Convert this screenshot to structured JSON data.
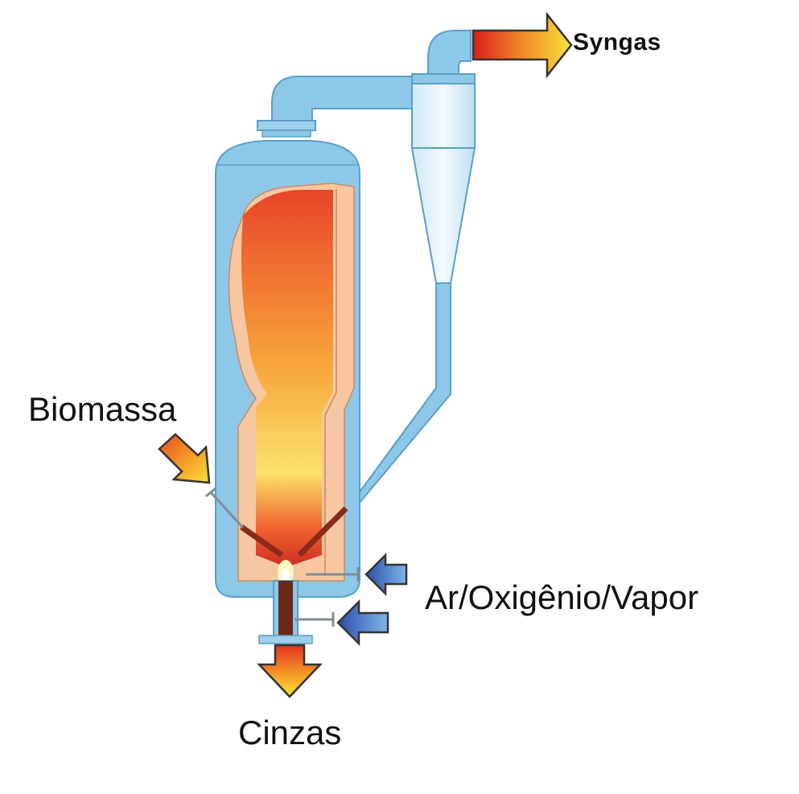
{
  "labels": {
    "syngas": "Syngas",
    "biomassa": "Biomassa",
    "ar_oxigenio_vapor": "Ar/Oxigênio/Vapor",
    "cinzas": "Cinzas"
  },
  "colors": {
    "vessel_blue": "#8ec8e8",
    "vessel_outline": "#5a9fc8",
    "lining": "#f6c7a0",
    "fire_top": "#e8442a",
    "fire_mid": "#f7a23a",
    "fire_bottom": "#f9e06a",
    "inlet_arrow": "#3b6fc4",
    "outlet_arrow_start": "#e02020",
    "outlet_arrow_end": "#f5e13a"
  },
  "icons": {
    "gasifier": "gasifier-vessel-icon",
    "cyclone": "cyclone-separator-icon",
    "syngas_arrow": "arrow-right-icon",
    "biomass_arrow": "arrow-down-right-icon",
    "air_arrows": "arrow-left-icon",
    "ash_arrow": "arrow-down-icon"
  }
}
